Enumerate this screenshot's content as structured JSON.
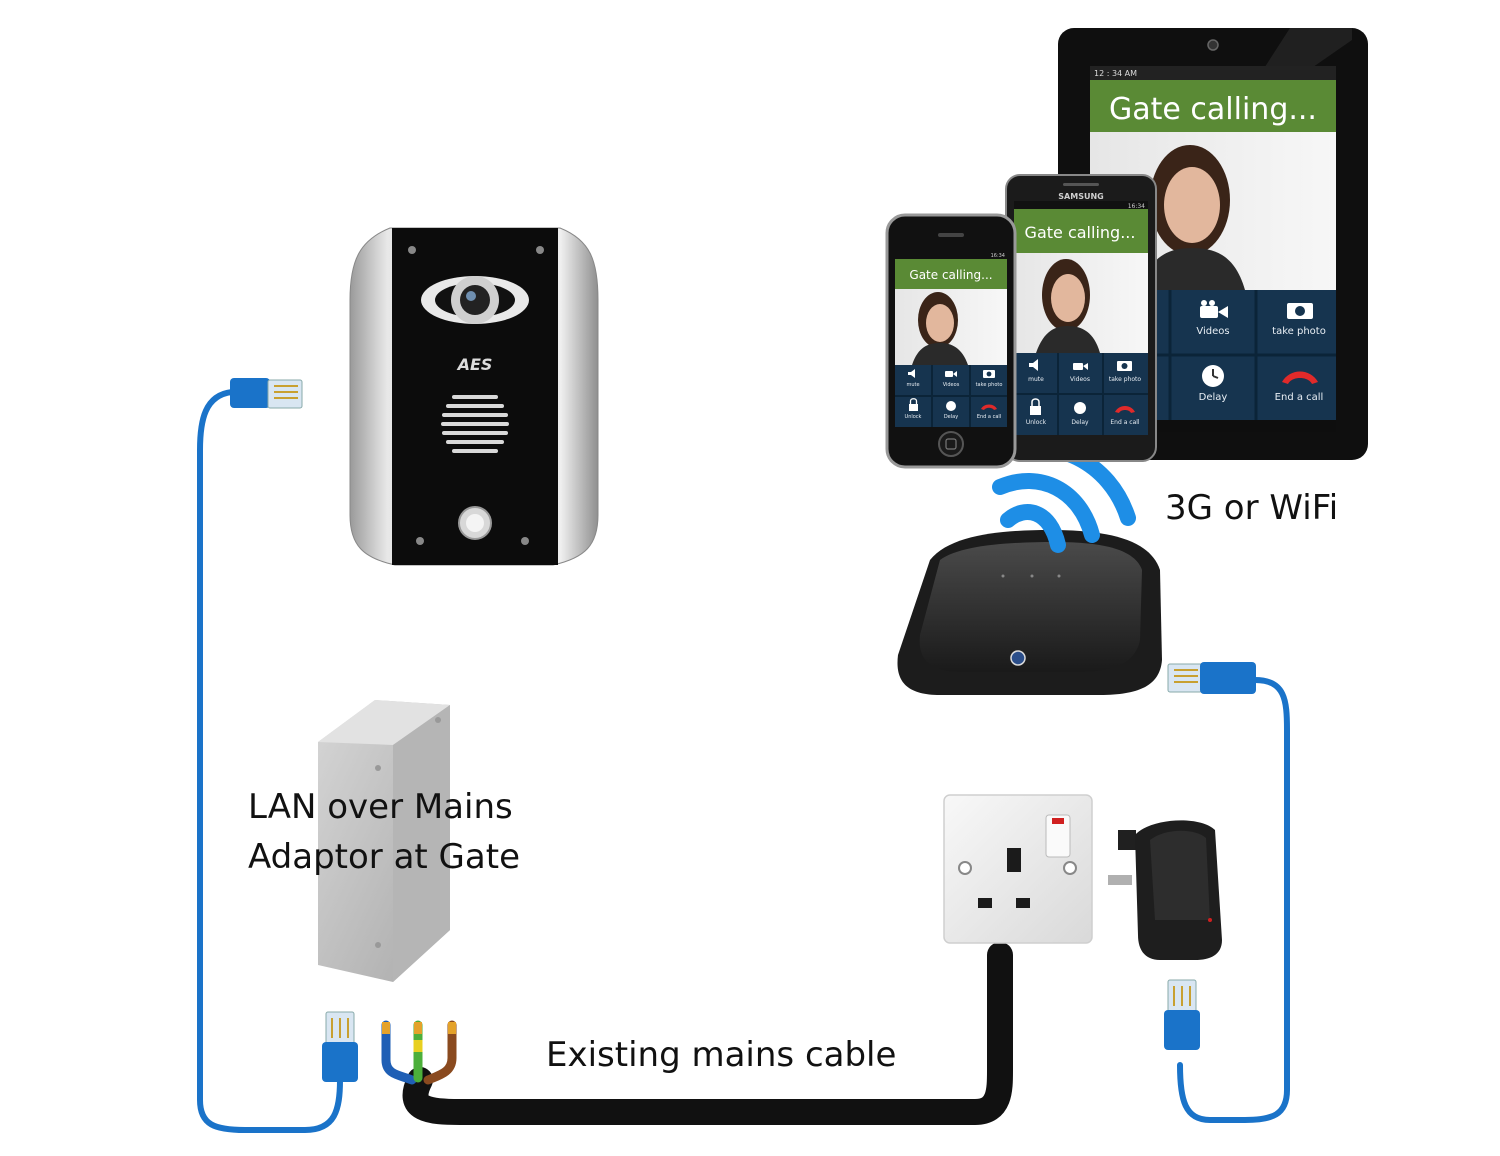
{
  "labels": {
    "wireless": "3G or WiFi",
    "adaptor_line1": "LAN over Mains",
    "adaptor_line2": "Adaptor at Gate",
    "mains": "Existing mains cable"
  },
  "intercom": {
    "brand": "AES"
  },
  "tablet": {
    "status_time": "12 : 34  AM",
    "banner": "Gate calling...",
    "buttons": [
      "Videos",
      "take photo",
      "Delay",
      "End a call"
    ]
  },
  "samsung": {
    "brand": "SAMSUNG",
    "status_time": "16:34",
    "banner": "Gate calling...",
    "buttons": [
      "mute",
      "Videos",
      "take photo",
      "Unlock",
      "Delay",
      "End a call"
    ]
  },
  "iphone": {
    "status_time": "16:34",
    "banner": "Gate calling...",
    "buttons": [
      "mute",
      "Videos",
      "take photo",
      "Unlock",
      "Delay",
      "End a call"
    ]
  },
  "colors": {
    "ethernet": "#1a73c9",
    "mains": "#111111",
    "banner": "#5a8a35",
    "wifi": "#1e8ee6"
  }
}
